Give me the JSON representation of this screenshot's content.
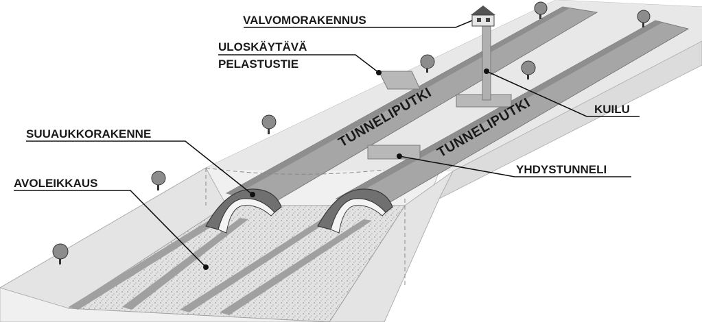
{
  "labels": {
    "valvomorakennus": "VALVOMORAKENNUS",
    "uloskaytava": "ULOSKÄYTÄVÄ",
    "pelastustie": "PELASTUSTIE",
    "suuaukkorakenne": "SUUAUKKORAKENNE",
    "avoleikkaus": "AVOLEIKKAUS",
    "kuilu": "KUILU",
    "yhdystunneli": "YHDYSTUNNELI",
    "tunneliputki_left": "TUNNELIPUTKI",
    "tunneliputki_right": "TUNNELIPUTKI"
  },
  "colors": {
    "terrain": "#e6e6e6",
    "terrain_edge": "#b5b5b5",
    "tube": "#a6a6a6",
    "tube_dark": "#8a8a8a",
    "gravel": "#d4d4d4",
    "ink": "#111111"
  },
  "icons": [
    "tree-icon",
    "control-building-icon"
  ]
}
